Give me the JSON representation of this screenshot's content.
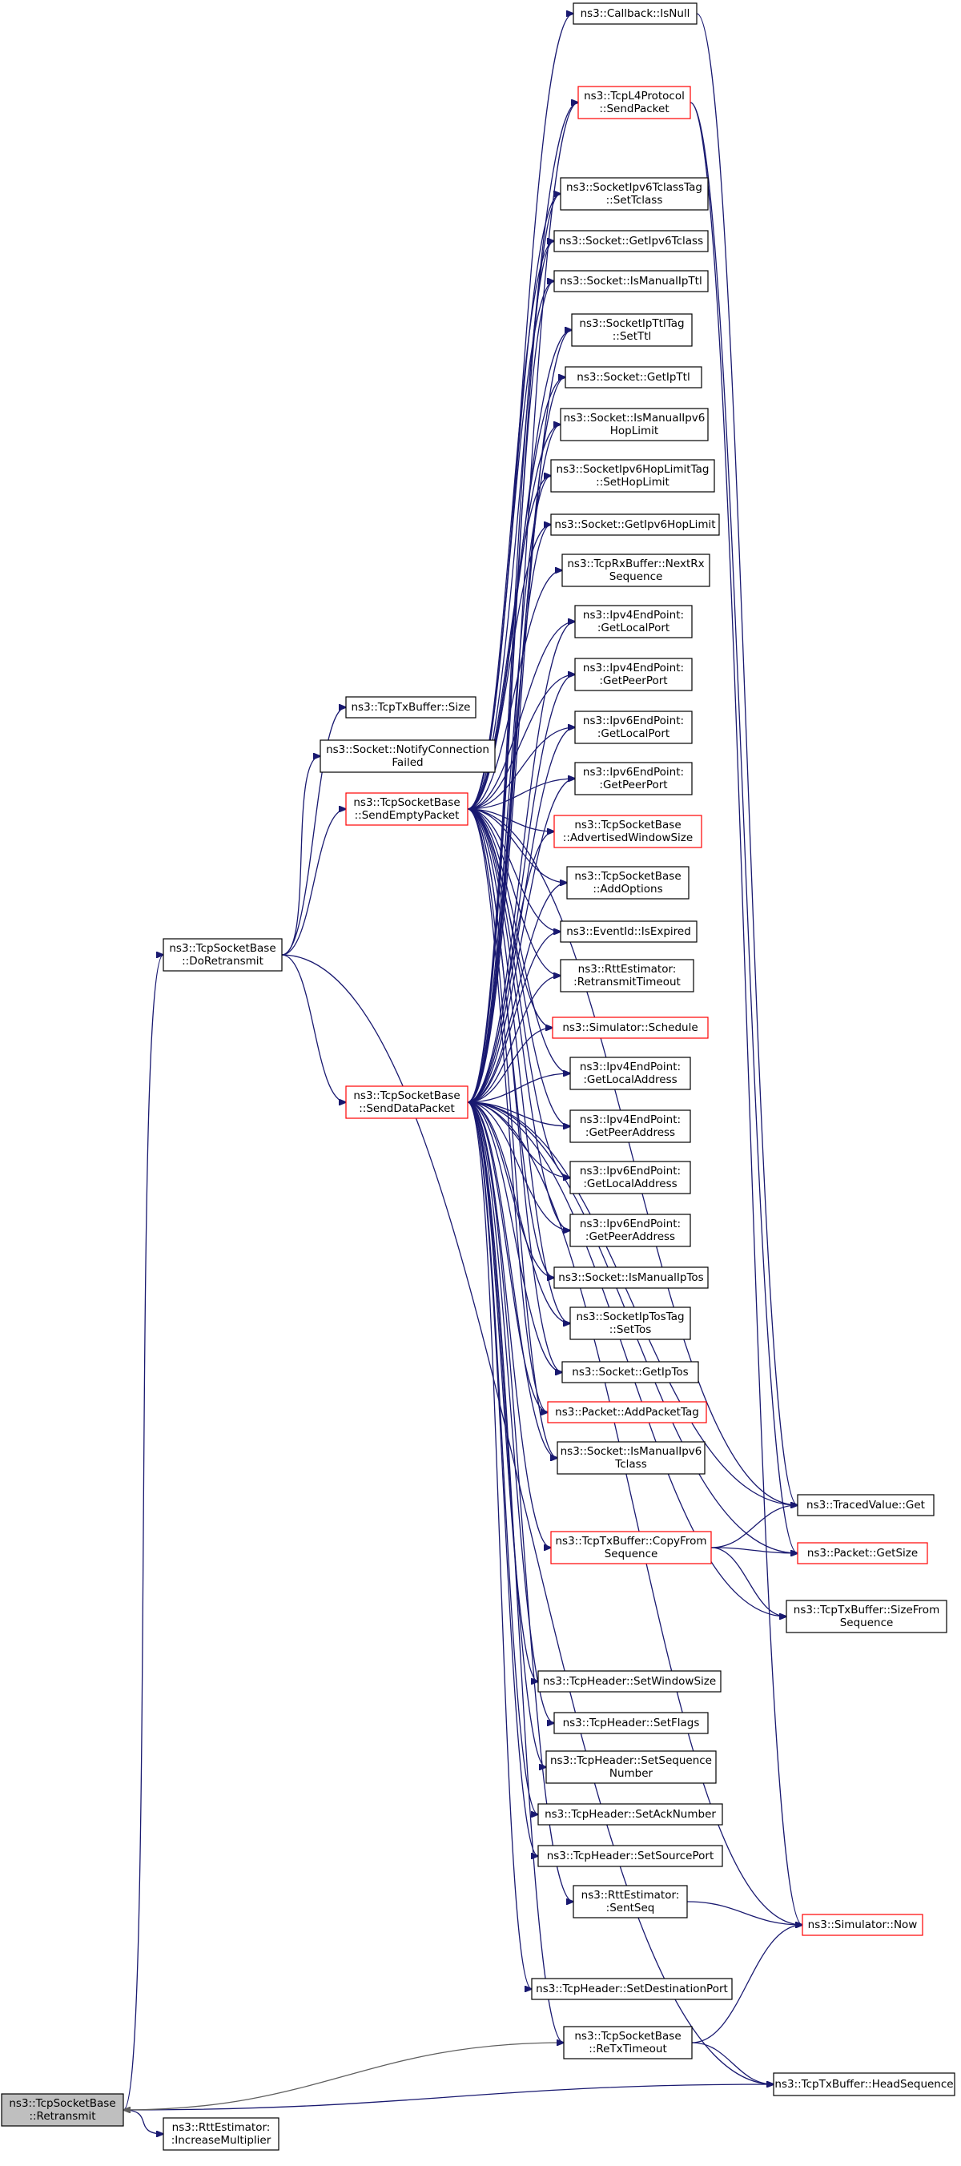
{
  "graph": {
    "nodes": [
      {
        "id": "retransmit",
        "lines": [
          "ns3::TcpSocketBase",
          "::Retransmit"
        ],
        "style": "focus"
      },
      {
        "id": "doretransmit",
        "lines": [
          "ns3::TcpSocketBase",
          "::DoRetransmit"
        ],
        "style": "black"
      },
      {
        "id": "increasemultiplier",
        "lines": [
          "ns3::RttEstimator:",
          ":IncreaseMultiplier"
        ],
        "style": "black"
      },
      {
        "id": "headsequence",
        "lines": [
          "ns3::TcpTxBuffer::HeadSequence"
        ],
        "style": "black"
      },
      {
        "id": "txsize",
        "lines": [
          "ns3::TcpTxBuffer::Size"
        ],
        "style": "black"
      },
      {
        "id": "notifyfailed",
        "lines": [
          "ns3::Socket::NotifyConnection",
          "Failed"
        ],
        "style": "black"
      },
      {
        "id": "sendempty",
        "lines": [
          "ns3::TcpSocketBase",
          "::SendEmptyPacket"
        ],
        "style": "red"
      },
      {
        "id": "senddata",
        "lines": [
          "ns3::TcpSocketBase",
          "::SendDataPacket"
        ],
        "style": "red"
      },
      {
        "id": "retxtimeout",
        "lines": [
          "ns3::TcpSocketBase",
          "::ReTxTimeout"
        ],
        "style": "black"
      },
      {
        "id": "isnull",
        "lines": [
          "ns3::Callback::IsNull"
        ],
        "style": "black"
      },
      {
        "id": "tcpl4send",
        "lines": [
          "ns3::TcpL4Protocol",
          "::SendPacket"
        ],
        "style": "red"
      },
      {
        "id": "settclass",
        "lines": [
          "ns3::SocketIpv6TclassTag",
          "::SetTclass"
        ],
        "style": "black"
      },
      {
        "id": "getipv6tclass",
        "lines": [
          "ns3::Socket::GetIpv6Tclass"
        ],
        "style": "black"
      },
      {
        "id": "ismanualipttl",
        "lines": [
          "ns3::Socket::IsManualIpTtl"
        ],
        "style": "black"
      },
      {
        "id": "setttl",
        "lines": [
          "ns3::SocketIpTtlTag",
          "::SetTtl"
        ],
        "style": "black"
      },
      {
        "id": "getipttl",
        "lines": [
          "ns3::Socket::GetIpTtl"
        ],
        "style": "black"
      },
      {
        "id": "ismanualipv6hop",
        "lines": [
          "ns3::Socket::IsManualIpv6",
          "HopLimit"
        ],
        "style": "black"
      },
      {
        "id": "sethoplimit",
        "lines": [
          "ns3::SocketIpv6HopLimitTag",
          "::SetHopLimit"
        ],
        "style": "black"
      },
      {
        "id": "getipv6hoplimit",
        "lines": [
          "ns3::Socket::GetIpv6HopLimit"
        ],
        "style": "black"
      },
      {
        "id": "nextrxseq",
        "lines": [
          "ns3::TcpRxBuffer::NextRx",
          "Sequence"
        ],
        "style": "black"
      },
      {
        "id": "ipv4localport",
        "lines": [
          "ns3::Ipv4EndPoint:",
          ":GetLocalPort"
        ],
        "style": "black"
      },
      {
        "id": "ipv4peerport",
        "lines": [
          "ns3::Ipv4EndPoint:",
          ":GetPeerPort"
        ],
        "style": "black"
      },
      {
        "id": "ipv6localport",
        "lines": [
          "ns3::Ipv6EndPoint:",
          ":GetLocalPort"
        ],
        "style": "black"
      },
      {
        "id": "ipv6peerport",
        "lines": [
          "ns3::Ipv6EndPoint:",
          ":GetPeerPort"
        ],
        "style": "black"
      },
      {
        "id": "advwindow",
        "lines": [
          "ns3::TcpSocketBase",
          "::AdvertisedWindowSize"
        ],
        "style": "red"
      },
      {
        "id": "addoptions",
        "lines": [
          "ns3::TcpSocketBase",
          "::AddOptions"
        ],
        "style": "black"
      },
      {
        "id": "isexpired",
        "lines": [
          "ns3::EventId::IsExpired"
        ],
        "style": "black"
      },
      {
        "id": "rtotimeout",
        "lines": [
          "ns3::RttEstimator:",
          ":RetransmitTimeout"
        ],
        "style": "black"
      },
      {
        "id": "schedule",
        "lines": [
          "ns3::Simulator::Schedule"
        ],
        "style": "red"
      },
      {
        "id": "ipv4localaddr",
        "lines": [
          "ns3::Ipv4EndPoint:",
          ":GetLocalAddress"
        ],
        "style": "black"
      },
      {
        "id": "ipv4peeraddr",
        "lines": [
          "ns3::Ipv4EndPoint:",
          ":GetPeerAddress"
        ],
        "style": "black"
      },
      {
        "id": "ipv6localaddr",
        "lines": [
          "ns3::Ipv6EndPoint:",
          ":GetLocalAddress"
        ],
        "style": "black"
      },
      {
        "id": "ipv6peeraddr",
        "lines": [
          "ns3::Ipv6EndPoint:",
          ":GetPeerAddress"
        ],
        "style": "black"
      },
      {
        "id": "ismanualiptos",
        "lines": [
          "ns3::Socket::IsManualIpTos"
        ],
        "style": "black"
      },
      {
        "id": "settos",
        "lines": [
          "ns3::SocketIpTosTag",
          "::SetTos"
        ],
        "style": "black"
      },
      {
        "id": "getiptos",
        "lines": [
          "ns3::Socket::GetIpTos"
        ],
        "style": "black"
      },
      {
        "id": "addpackettag",
        "lines": [
          "ns3::Packet::AddPacketTag"
        ],
        "style": "red"
      },
      {
        "id": "ismanualipv6tclass",
        "lines": [
          "ns3::Socket::IsManualIpv6",
          "Tclass"
        ],
        "style": "black"
      },
      {
        "id": "tracedget",
        "lines": [
          "ns3::TracedValue::Get"
        ],
        "style": "black"
      },
      {
        "id": "copyfromseq",
        "lines": [
          "ns3::TcpTxBuffer::CopyFrom",
          "Sequence"
        ],
        "style": "red"
      },
      {
        "id": "packetgetsize",
        "lines": [
          "ns3::Packet::GetSize"
        ],
        "style": "red"
      },
      {
        "id": "sizefromseq",
        "lines": [
          "ns3::TcpTxBuffer::SizeFrom",
          "Sequence"
        ],
        "style": "black"
      },
      {
        "id": "setwindowsize",
        "lines": [
          "ns3::TcpHeader::SetWindowSize"
        ],
        "style": "black"
      },
      {
        "id": "setflags",
        "lines": [
          "ns3::TcpHeader::SetFlags"
        ],
        "style": "black"
      },
      {
        "id": "setseqnum",
        "lines": [
          "ns3::TcpHeader::SetSequence",
          "Number"
        ],
        "style": "black"
      },
      {
        "id": "setacknum",
        "lines": [
          "ns3::TcpHeader::SetAckNumber"
        ],
        "style": "black"
      },
      {
        "id": "setsourceport",
        "lines": [
          "ns3::TcpHeader::SetSourcePort"
        ],
        "style": "black"
      },
      {
        "id": "sentseq",
        "lines": [
          "ns3::RttEstimator:",
          ":SentSeq"
        ],
        "style": "black"
      },
      {
        "id": "simnow",
        "lines": [
          "ns3::Simulator::Now"
        ],
        "style": "red"
      },
      {
        "id": "setdestport",
        "lines": [
          "ns3::TcpHeader::SetDestinationPort"
        ],
        "style": "black"
      }
    ],
    "edges": [
      [
        "retransmit",
        "doretransmit"
      ],
      [
        "retransmit",
        "increasemultiplier"
      ],
      [
        "retransmit",
        "headsequence"
      ],
      [
        "doretransmit",
        "txsize"
      ],
      [
        "doretransmit",
        "notifyfailed"
      ],
      [
        "doretransmit",
        "sendempty"
      ],
      [
        "doretransmit",
        "senddata"
      ],
      [
        "doretransmit",
        "headsequence"
      ],
      [
        "retxtimeout",
        "retransmit"
      ],
      [
        "sendempty",
        "isnull"
      ],
      [
        "sendempty",
        "tcpl4send"
      ],
      [
        "sendempty",
        "settclass"
      ],
      [
        "sendempty",
        "getipv6tclass"
      ],
      [
        "sendempty",
        "ismanualipttl"
      ],
      [
        "sendempty",
        "setttl"
      ],
      [
        "sendempty",
        "getipttl"
      ],
      [
        "sendempty",
        "ismanualipv6hop"
      ],
      [
        "sendempty",
        "sethoplimit"
      ],
      [
        "sendempty",
        "getipv6hoplimit"
      ],
      [
        "sendempty",
        "nextrxseq"
      ],
      [
        "sendempty",
        "ipv4localport"
      ],
      [
        "sendempty",
        "ipv4peerport"
      ],
      [
        "sendempty",
        "ipv6localport"
      ],
      [
        "sendempty",
        "ipv6peerport"
      ],
      [
        "sendempty",
        "advwindow"
      ],
      [
        "sendempty",
        "addoptions"
      ],
      [
        "sendempty",
        "isexpired"
      ],
      [
        "sendempty",
        "rtotimeout"
      ],
      [
        "sendempty",
        "schedule"
      ],
      [
        "sendempty",
        "ipv4localaddr"
      ],
      [
        "sendempty",
        "ipv4peeraddr"
      ],
      [
        "sendempty",
        "ipv6localaddr"
      ],
      [
        "sendempty",
        "ipv6peeraddr"
      ],
      [
        "sendempty",
        "ismanualiptos"
      ],
      [
        "sendempty",
        "settos"
      ],
      [
        "sendempty",
        "getiptos"
      ],
      [
        "sendempty",
        "addpackettag"
      ],
      [
        "sendempty",
        "ismanualipv6tclass"
      ],
      [
        "sendempty",
        "tracedget"
      ],
      [
        "senddata",
        "tcpl4send"
      ],
      [
        "senddata",
        "settclass"
      ],
      [
        "senddata",
        "getipv6tclass"
      ],
      [
        "senddata",
        "ismanualipttl"
      ],
      [
        "senddata",
        "setttl"
      ],
      [
        "senddata",
        "getipttl"
      ],
      [
        "senddata",
        "ismanualipv6hop"
      ],
      [
        "senddata",
        "sethoplimit"
      ],
      [
        "senddata",
        "getipv6hoplimit"
      ],
      [
        "senddata",
        "ipv4localport"
      ],
      [
        "senddata",
        "ipv4peerport"
      ],
      [
        "senddata",
        "ipv6localport"
      ],
      [
        "senddata",
        "ipv6peerport"
      ],
      [
        "senddata",
        "advwindow"
      ],
      [
        "senddata",
        "addoptions"
      ],
      [
        "senddata",
        "isexpired"
      ],
      [
        "senddata",
        "rtotimeout"
      ],
      [
        "senddata",
        "schedule"
      ],
      [
        "senddata",
        "ipv4localaddr"
      ],
      [
        "senddata",
        "ipv4peeraddr"
      ],
      [
        "senddata",
        "ipv6localaddr"
      ],
      [
        "senddata",
        "ipv6peeraddr"
      ],
      [
        "senddata",
        "ismanualiptos"
      ],
      [
        "senddata",
        "settos"
      ],
      [
        "senddata",
        "getiptos"
      ],
      [
        "senddata",
        "addpackettag"
      ],
      [
        "senddata",
        "ismanualipv6tclass"
      ],
      [
        "senddata",
        "tracedget"
      ],
      [
        "senddata",
        "copyfromseq"
      ],
      [
        "senddata",
        "packetgetsize"
      ],
      [
        "senddata",
        "sizefromseq"
      ],
      [
        "senddata",
        "setwindowsize"
      ],
      [
        "senddata",
        "setflags"
      ],
      [
        "senddata",
        "setseqnum"
      ],
      [
        "senddata",
        "setacknum"
      ],
      [
        "senddata",
        "setsourceport"
      ],
      [
        "senddata",
        "sentseq"
      ],
      [
        "senddata",
        "simnow"
      ],
      [
        "senddata",
        "setdestport"
      ],
      [
        "senddata",
        "retxtimeout"
      ],
      [
        "copyfromseq",
        "tracedget"
      ],
      [
        "copyfromseq",
        "packetgetsize"
      ],
      [
        "copyfromseq",
        "sizefromseq"
      ],
      [
        "sentseq",
        "simnow"
      ],
      [
        "retxtimeout",
        "simnow"
      ],
      [
        "retxtimeout",
        "headsequence"
      ],
      [
        "tcpl4send",
        "simnow"
      ],
      [
        "tcpl4send",
        "packetgetsize"
      ],
      [
        "isnull",
        "tracedget"
      ]
    ]
  }
}
